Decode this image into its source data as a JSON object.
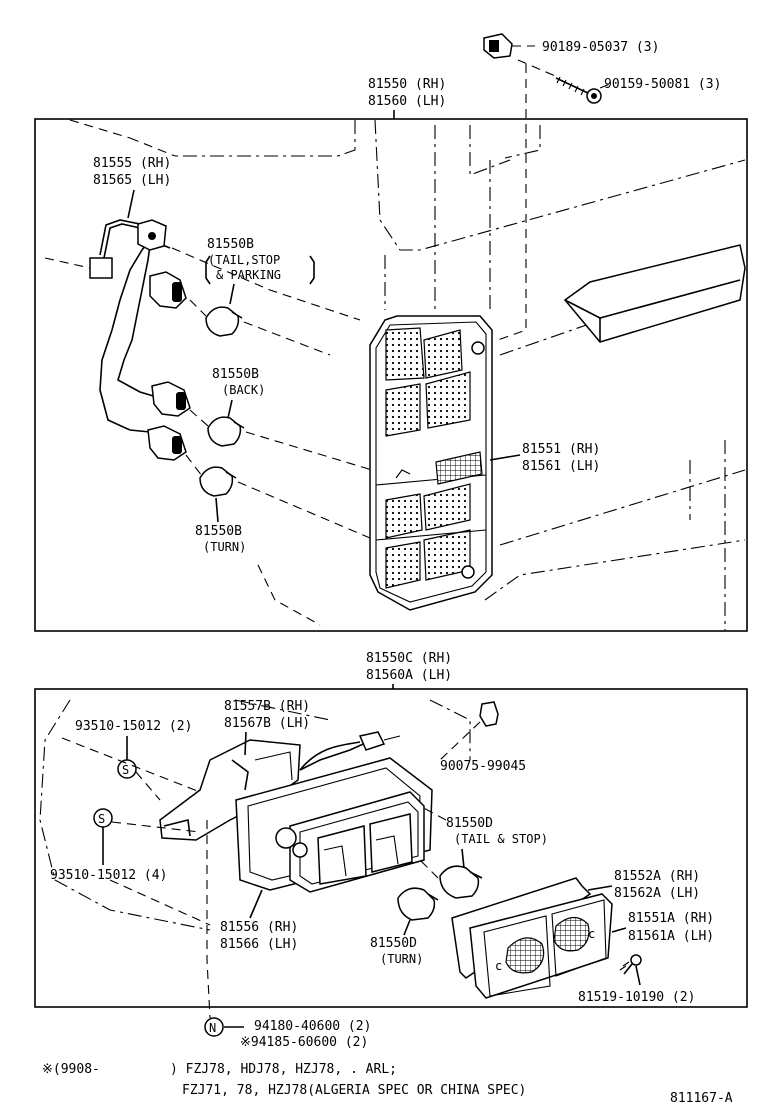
{
  "upper": {
    "clip_part": "90189-05037 (3)",
    "screw_part": "90159-50081 (3)",
    "lamp_assy_rh": "81550 (RH)",
    "lamp_assy_lh": "81560 (LH)",
    "socket_rh": "81555 (RH)",
    "socket_lh": "81565 (LH)",
    "bulb_tail_part": "81550B",
    "bulb_tail_desc1": "(TAIL,STOP",
    "bulb_tail_desc2": "& PARKING",
    "bulb_back_part": "81550B",
    "bulb_back_desc": "(BACK)",
    "bulb_turn_part": "81550B",
    "bulb_turn_desc": "(TURN)",
    "lens_rh": "81551 (RH)",
    "lens_lh": "81561 (LH)"
  },
  "lower": {
    "assy_rh": "81550C (RH)",
    "assy_lh": "81560A (LH)",
    "bracket_rh": "81557B (RH)",
    "bracket_lh": "81567B (LH)",
    "screw_top": "93510-15012 (2)",
    "s_mark": "S",
    "screw_bottom": "93510-15012 (4)",
    "nut_part": "90075-99045",
    "bulb_ts_part": "81550D",
    "bulb_ts_desc": "(TAIL & STOP)",
    "gasket_rh": "81552A (RH)",
    "gasket_lh": "81562A (LH)",
    "lens_rh": "81551A (RH)",
    "lens_lh": "81561A (LH)",
    "housing_rh": "81556 (RH)",
    "housing_lh": "81566 (LH)",
    "bulb_turn_part": "81550D",
    "bulb_turn_desc": "(TURN)",
    "lens_screw": "81519-10190 (2)",
    "n_mark": "N",
    "nut_n_part": "94180-40600 (2)",
    "nut_alt_part": "※94185-60600 (2)"
  },
  "footnote": {
    "line1_prefix": "※(9908-",
    "line1_models": ") FZJ78, HDJ78, HZJ78, . ARL;",
    "line2": "FZJ71, 78, HZJ78(ALGERIA SPEC OR CHINA SPEC)",
    "ref": "811167-A"
  }
}
